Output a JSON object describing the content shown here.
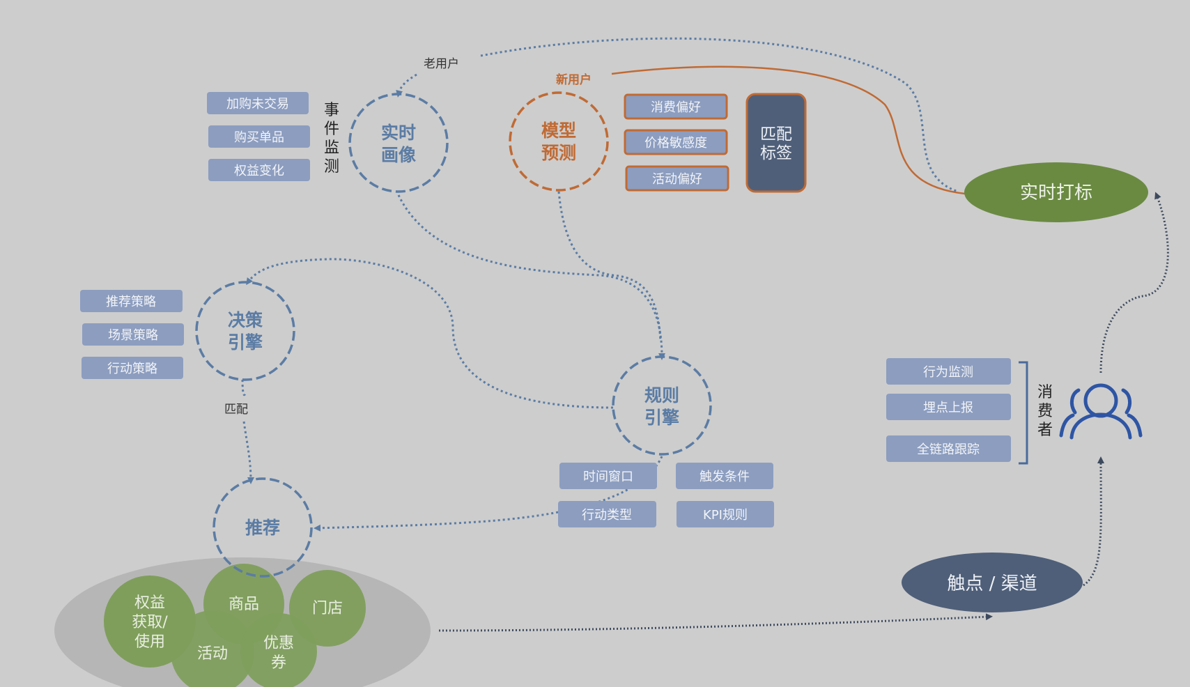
{
  "colors": {
    "background": "#cdcdcd",
    "blue_ring": "#5b7ca4",
    "orange_ring": "#c06a34",
    "tag_blue": "#8c9dbf",
    "tag_orange_border": "#c06a34",
    "dark_slate": "#4f5f79",
    "green": "#6a8a42",
    "light_green": "#7f9e5c",
    "oval_grey": "#b6b6b6"
  },
  "realtime_profile": {
    "title_line1": "实时",
    "title_line2": "画像",
    "side_label_chars": [
      "事",
      "件",
      "监",
      "测"
    ],
    "tags": [
      "加购未交易",
      "购买单品",
      "权益变化"
    ],
    "old_user_label": "老用户"
  },
  "model_prediction": {
    "title_line1": "模型",
    "title_line2": "预测",
    "new_user_label": "新用户",
    "tags": [
      "消费偏好",
      "价格敏感度",
      "活动偏好"
    ],
    "match_tag_line1": "匹配",
    "match_tag_line2": "标签"
  },
  "realtime_tagging": {
    "label": "实时打标"
  },
  "decision_engine": {
    "title_line1": "决策",
    "title_line2": "引擎",
    "tags": [
      "推荐策略",
      "场景策略",
      "行动策略"
    ],
    "match_label": "匹配"
  },
  "rule_engine": {
    "title_line1": "规则",
    "title_line2": "引擎",
    "tags": [
      "时间窗口",
      "触发条件",
      "行动类型",
      "KPI规则"
    ]
  },
  "recommend": {
    "title": "推荐",
    "items": [
      "权益",
      "获取/",
      "使用",
      "商品",
      "门店",
      "活动",
      "优惠",
      "券"
    ]
  },
  "consumer": {
    "side_label_chars": [
      "消",
      "费",
      "者"
    ],
    "tags": [
      "行为监测",
      "埋点上报",
      "全链路跟踪"
    ],
    "icon": "users-icon"
  },
  "touchpoint": {
    "label": "触点 / 渠道"
  }
}
